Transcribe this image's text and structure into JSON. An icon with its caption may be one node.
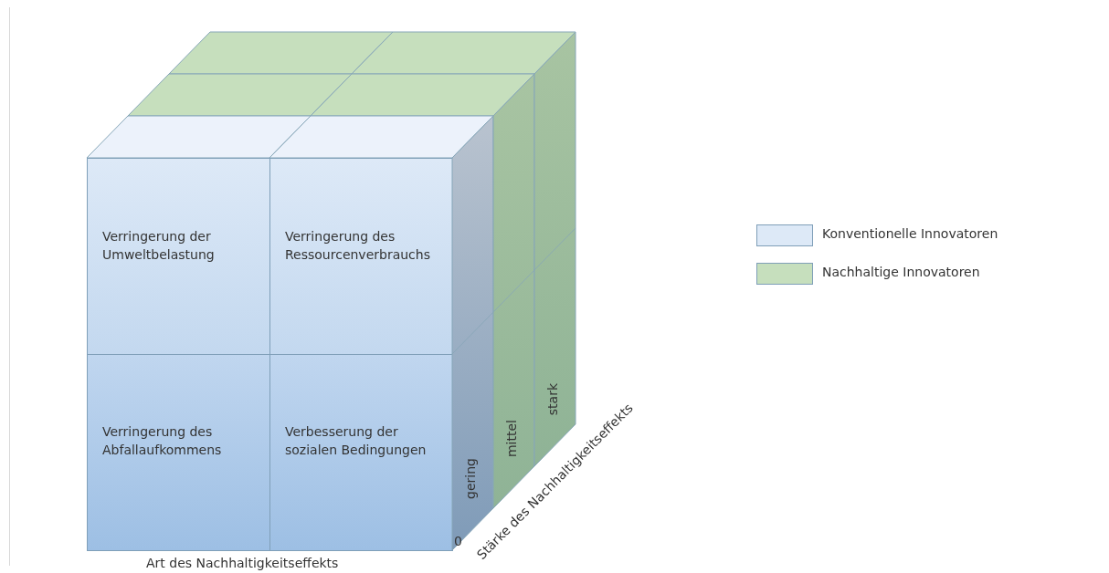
{
  "diagram": {
    "nodes": [
      {
        "text": [
          "Verringerung der Umweltbelastung"
        ]
      },
      {
        "text": [
          "Verringerung des Ressourcenverbrauchs"
        ]
      },
      {
        "text": [
          "Verringerung des Abfallaufkommens"
        ]
      },
      {
        "text": [
          "Verbesserung der sozialen Bedingungen"
        ]
      },
      {
        "text": [
          "gering"
        ]
      },
      {
        "text": [
          "mittel"
        ]
      },
      {
        "text": [
          "stark"
        ]
      }
    ],
    "edges": [],
    "labels": [
      "Art des Nachhaltigkeitseffekts",
      "0",
      "Stärke des Nachhaltigkeitseffekts"
    ],
    "legend": [
      {
        "text": "Konventionelle Innovatoren",
        "color": "#dde9f7"
      },
      {
        "text": "Nachhaltige Innovatoren",
        "color": "#c6dfbd"
      }
    ]
  }
}
